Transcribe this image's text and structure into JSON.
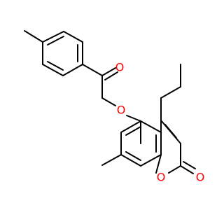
{
  "diagram": {
    "atoms": {
      "ketone_o": {
        "symbol": "O",
        "color": "#ff0000"
      },
      "ether_o": {
        "symbol": "O",
        "color": "#ff0000"
      },
      "ring_o": {
        "symbol": "O",
        "color": "#ff0000"
      },
      "lactone_o": {
        "symbol": "O",
        "color": "#ff0000"
      }
    },
    "bond_color": "#000000"
  }
}
